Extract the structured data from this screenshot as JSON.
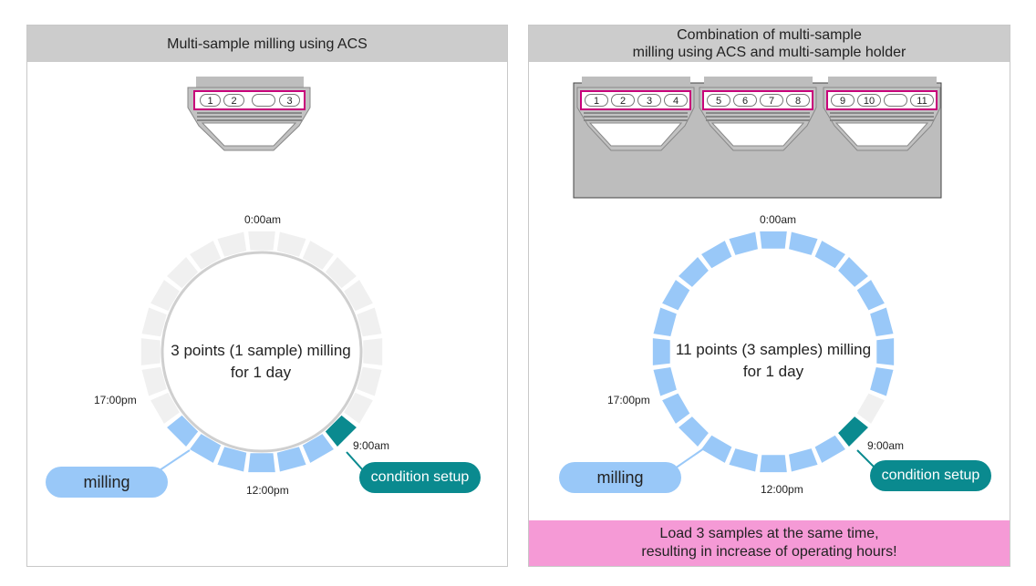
{
  "left_panel": {
    "title": "Multi-sample milling using ACS",
    "holder_slots": [
      "1",
      "2",
      "",
      "3"
    ],
    "center_text": "3 points (1 sample) milling\nfor 1 day",
    "time_labels": {
      "top": "0:00am",
      "right": "9:00am",
      "bottom": "12:00pm",
      "left": "17:00pm"
    },
    "milling_label": "milling",
    "setup_label": "condition setup",
    "segment_states": [
      "idle",
      "idle",
      "idle",
      "idle",
      "idle",
      "idle",
      "idle",
      "idle",
      "idle",
      "setup",
      "milling",
      "milling",
      "milling",
      "milling",
      "milling",
      "milling",
      "idle",
      "idle",
      "idle",
      "idle",
      "idle",
      "idle",
      "idle",
      "idle"
    ]
  },
  "right_panel": {
    "title": "Combination of multi-sample\nmilling using ACS and multi-sample holder",
    "holder_slots": [
      [
        "1",
        "2",
        "3",
        "4"
      ],
      [
        "5",
        "6",
        "7",
        "8"
      ],
      [
        "9",
        "10",
        "",
        "11"
      ]
    ],
    "center_text": "11 points (3 samples) milling\nfor 1 day",
    "time_labels": {
      "top": "0:00am",
      "right": "9:00am",
      "bottom": "12:00pm",
      "left": "17:00pm"
    },
    "milling_label": "milling",
    "setup_label": "condition setup",
    "segment_states": [
      "milling",
      "milling",
      "milling",
      "milling",
      "milling",
      "milling",
      "milling",
      "milling",
      "idle",
      "setup",
      "milling",
      "milling",
      "milling",
      "milling",
      "milling",
      "milling",
      "milling",
      "milling",
      "milling",
      "milling",
      "milling",
      "milling",
      "milling",
      "milling"
    ],
    "footer": "Load 3 samples at the same time,\nresulting in increase of operating hours!"
  },
  "colors": {
    "milling": "#99c8f8",
    "setup": "#0a8a8f",
    "idle": "#eeeeee",
    "highlight": "#f59ad6",
    "slot_border": "#d4007a"
  }
}
